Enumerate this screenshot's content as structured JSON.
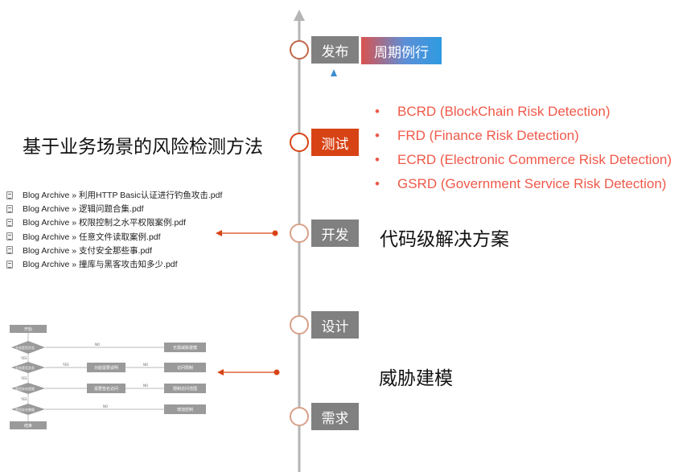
{
  "stages": [
    {
      "label": "发布",
      "active": false
    },
    {
      "label": "测试",
      "active": true
    },
    {
      "label": "开发",
      "active": false
    },
    {
      "label": "设计",
      "active": false
    },
    {
      "label": "需求",
      "active": false
    }
  ],
  "release_badge": "周期例行",
  "test_method_title": "基于业务场景的风险检测方法",
  "risk_items": [
    {
      "bullet": "•",
      "text": "BCRD  (BlockChain Risk Detection)"
    },
    {
      "bullet": "•",
      "text": "FRD  (Finance Risk Detection)"
    },
    {
      "bullet": "•",
      "text": "ECRD  (Electronic Commerce Risk Detection)"
    },
    {
      "bullet": "•",
      "text": "GSRD  (Government Service Risk Detection)"
    }
  ],
  "dev_solution": "代码级解决方案",
  "files": [
    "Blog Archive » 利用HTTP Basic认证进行钓鱼攻击.pdf",
    "Blog Archive » 逻辑问题合集.pdf",
    "Blog Archive » 权限控制之水平权限案例.pdf",
    "Blog Archive » 任意文件读取案例.pdf",
    "Blog Archive » 支付安全那些事.pdf",
    "Blog Archive » 撞库与黑客攻击知多少.pdf"
  ],
  "threat_modeling": "威胁建模",
  "flowchart": {
    "start": "开始",
    "end": "结束",
    "decisions": [
      "业务是否涉及",
      "业务是否涉及",
      "是否存在权限",
      "是否存在数据"
    ],
    "mid_boxes": [
      "功能需要说明",
      "需要签名访问"
    ],
    "right_boxes": [
      "无需威胁建模",
      "访问限制",
      "限制访问范围",
      "增加控制"
    ],
    "yes": "YES",
    "no": "NO"
  },
  "colors": {
    "timeline": "#b0b0b0",
    "stage_box": "#808080",
    "active_stage": "#d84315",
    "accent_red": "#f0594a",
    "arrow_blue": "#3a8fd0",
    "ring": "#d9a08a"
  }
}
